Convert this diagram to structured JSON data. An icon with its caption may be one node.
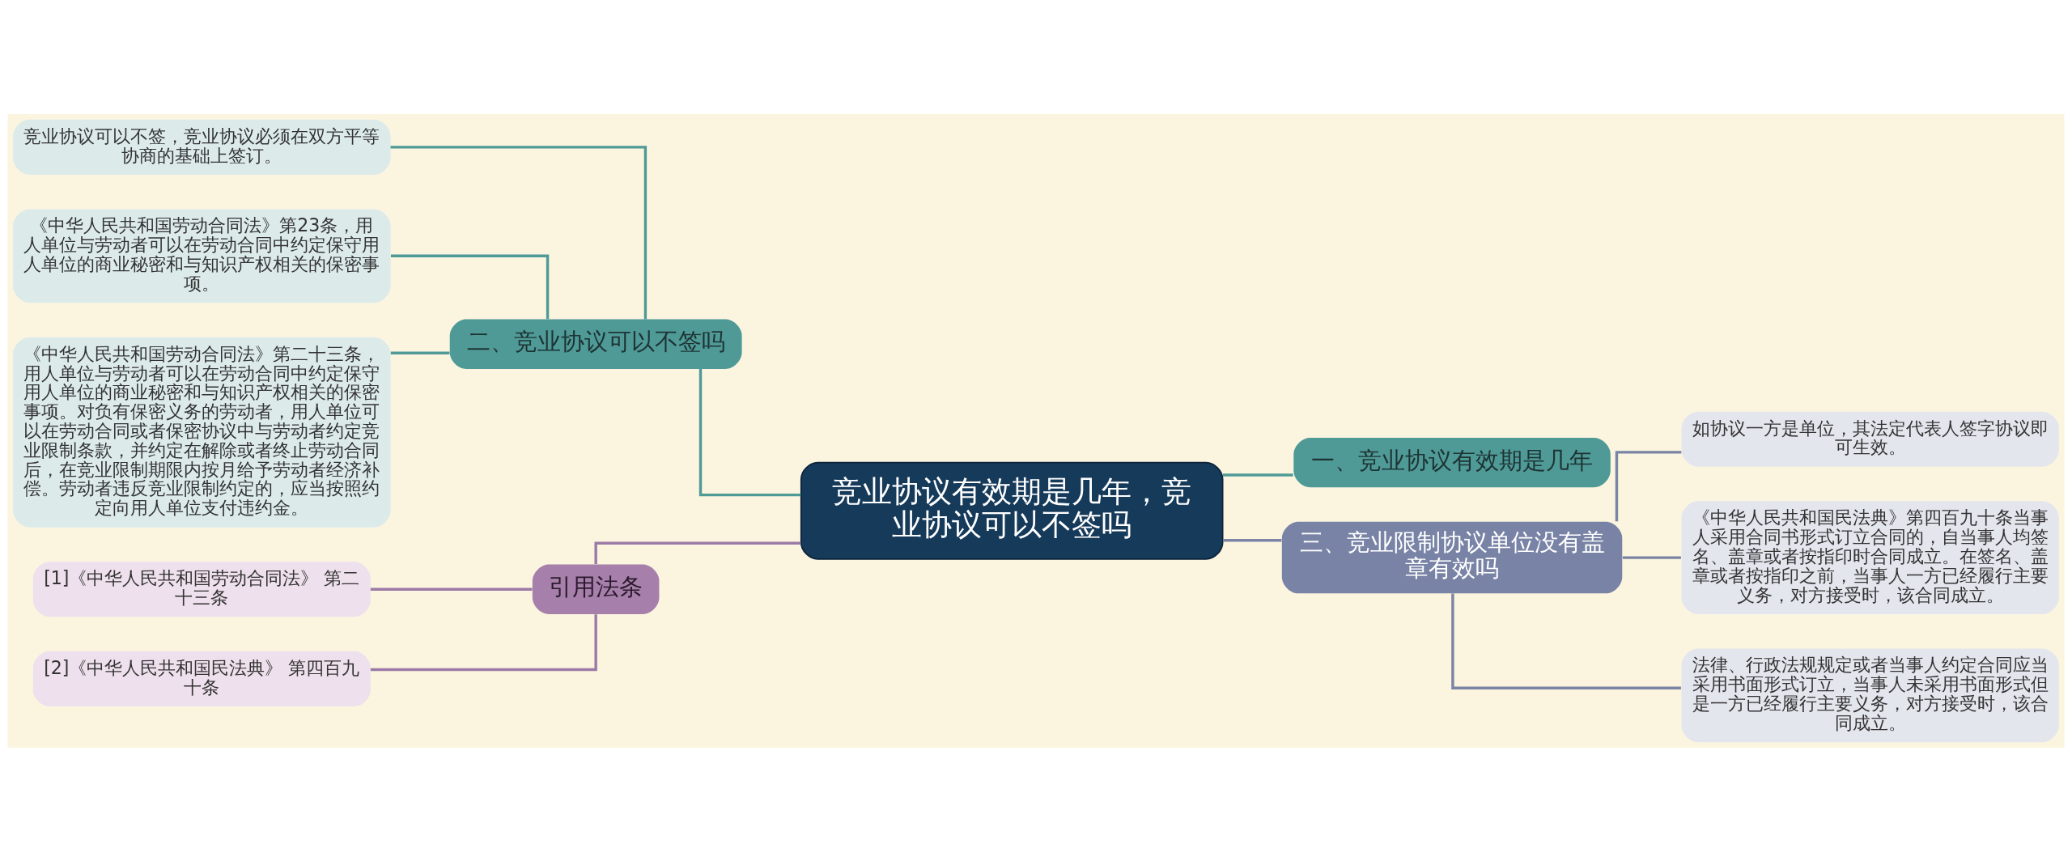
{
  "diagram": {
    "nodes": [
      {
        "text": [
          "竞业协议有效期是几年，竞业协议可以不签吗"
        ]
      },
      {
        "text": [
          "二、竞业协议可以不签吗"
        ]
      },
      {
        "text": [
          "竞业协议可以不签，竞业协议必须在双方平等协商的基础上签订。"
        ]
      },
      {
        "text": [
          "《中华人民共和国劳动合同法》第23条，用人单位与劳动者可以在劳动合同中约定保守用人单位的商业秘密和与知识产权相关的保密事项。"
        ]
      },
      {
        "text": [
          "《中华人民共和国劳动合同法》第二十三条，用人单位与劳动者可以在劳动合同中约定保守用人单位的商业秘密和与知识产权相关的保密事项。对负有保密义务的劳动者，用人单位可以在劳动合同或者保密协议中与劳动者约定竞业限制条款，并约定在解除或者终止劳动合同后，在竞业限制期限内按月给予劳动者经济补偿。劳动者违反竞业限制约定的，应当按照约定向用人单位支付违约金。"
        ]
      },
      {
        "text": [
          "引用法条"
        ]
      },
      {
        "text": [
          "[1]《中华人民共和国劳动合同法》 第二十三条"
        ]
      },
      {
        "text": [
          "[2]《中华人民共和国民法典》 第四百九十条"
        ]
      },
      {
        "text": [
          "一、竞业协议有效期是几年"
        ]
      },
      {
        "text": [
          "三、竞业限制协议单位没有盖章有效吗"
        ]
      },
      {
        "text": [
          "如协议一方是单位，其法定代表人签字协议即可生效。"
        ]
      },
      {
        "text": [
          "《中华人民共和国民法典》第四百九十条当事人采用合同书形式订立合同的，自当事人均签名、盖章或者按指印时合同成立。在签名、盖章或者按指印之前，当事人一方已经履行主要义务，对方接受时，该合同成立。"
        ]
      },
      {
        "text": [
          "法律、行政法规规定或者当事人约定合同应当采用书面形式订立，当事人未采用书面形式但是一方已经履行主要义务，对方接受时，该合同成立。"
        ]
      }
    ],
    "edges": [
      {
        "from": 1,
        "to": 0,
        "arrow": "none"
      },
      {
        "from": 2,
        "to": 1,
        "arrow": "none"
      },
      {
        "from": 3,
        "to": 1,
        "arrow": "none"
      },
      {
        "from": 4,
        "to": 1,
        "arrow": "none"
      },
      {
        "from": 5,
        "to": 0,
        "arrow": "none",
        "color": "#9c7aa6"
      },
      {
        "from": 6,
        "to": 5,
        "arrow": "none",
        "color": "#9c7aa6"
      },
      {
        "from": 7,
        "to": 5,
        "arrow": "none",
        "color": "#9c7aa6"
      },
      {
        "from": 0,
        "to": 8,
        "arrow": "none"
      },
      {
        "from": 0,
        "to": 9,
        "arrow": "none",
        "color": "#7a84a4"
      },
      {
        "from": 9,
        "to": 10,
        "arrow": "none",
        "color": "#7a84a4"
      },
      {
        "from": 9,
        "to": 11,
        "arrow": "none",
        "color": "#7a84a4"
      },
      {
        "from": 9,
        "to": 12,
        "arrow": "none",
        "color": "#7a84a4"
      }
    ]
  }
}
